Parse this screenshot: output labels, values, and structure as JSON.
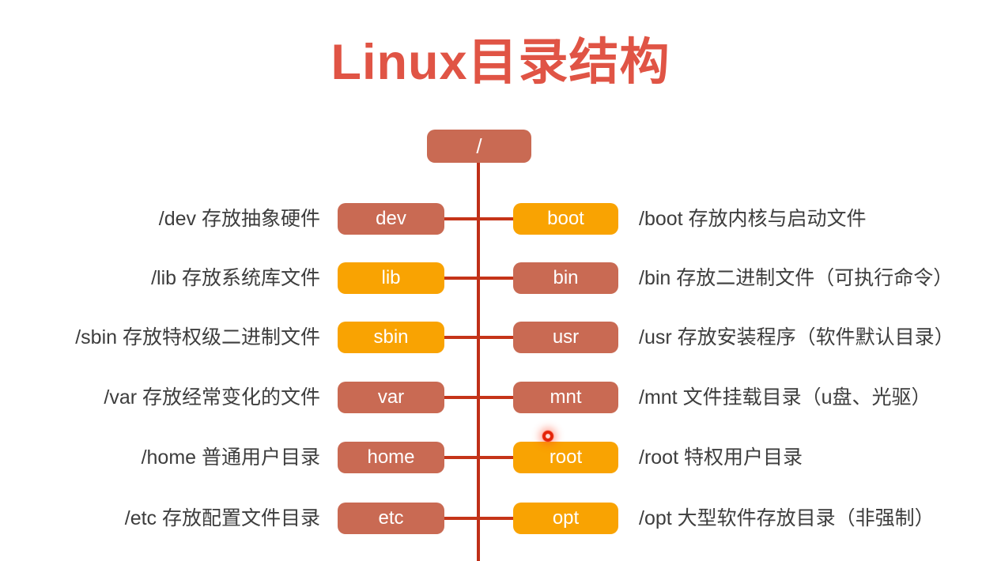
{
  "title": "Linux目录结构",
  "colors": {
    "title_text": "#e05445",
    "terracotta_node": "#c96a53",
    "orange_node": "#f9a302",
    "connector_line": "#c53418",
    "label_text": "#3d3d3d",
    "node_text": "#ffffff",
    "background": "#ffffff"
  },
  "root": {
    "node": "/",
    "variant": "terracotta"
  },
  "rows": [
    {
      "left_label": "/dev 存放抽象硬件",
      "left_node": "dev",
      "left_variant": "terracotta",
      "right_node": "boot",
      "right_variant": "orange",
      "right_label": "/boot 存放内核与启动文件"
    },
    {
      "left_label": "/lib 存放系统库文件",
      "left_node": "lib",
      "left_variant": "orange",
      "right_node": "bin",
      "right_variant": "terracotta",
      "right_label": "/bin 存放二进制文件（可执行命令）"
    },
    {
      "left_label": "/sbin 存放特权级二进制文件",
      "left_node": "sbin",
      "left_variant": "orange",
      "right_node": "usr",
      "right_variant": "terracotta",
      "right_label": "/usr 存放安装程序（软件默认目录）"
    },
    {
      "left_label": "/var 存放经常变化的文件",
      "left_node": "var",
      "left_variant": "terracotta",
      "right_node": "mnt",
      "right_variant": "terracotta",
      "right_label": "/mnt 文件挂载目录（u盘、光驱）"
    },
    {
      "left_label": "/home 普通用户目录",
      "left_node": "home",
      "left_variant": "terracotta",
      "right_node": "root",
      "right_variant": "orange",
      "right_label": "/root 特权用户目录"
    },
    {
      "left_label": "/etc 存放配置文件目录",
      "left_node": "etc",
      "left_variant": "terracotta",
      "right_node": "opt",
      "right_variant": "orange",
      "right_label": "/opt 大型软件存放目录（非强制）"
    }
  ]
}
